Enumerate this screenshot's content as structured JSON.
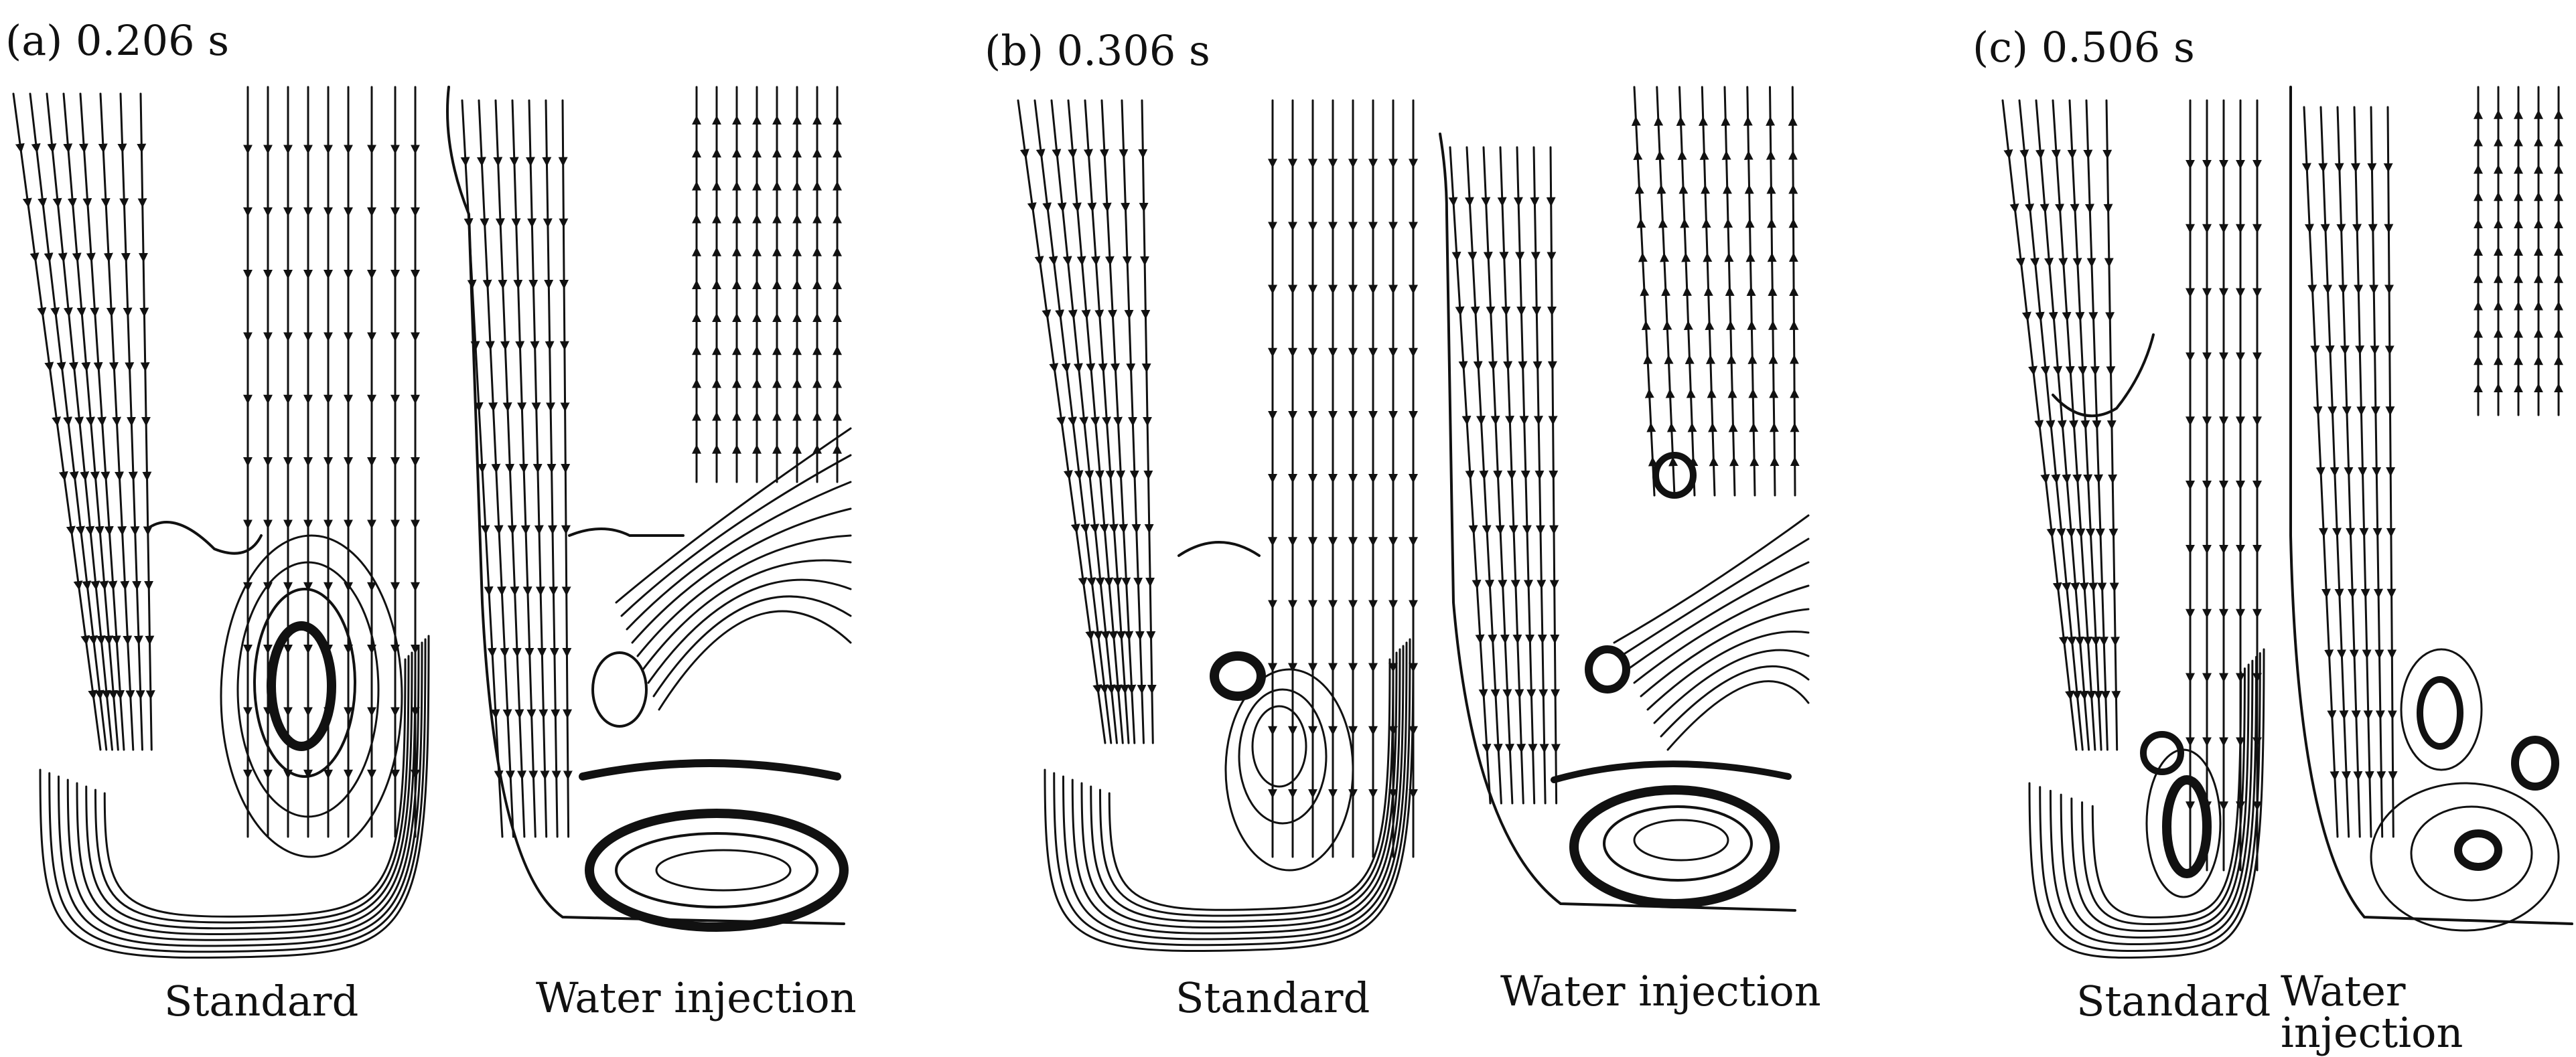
{
  "figure": {
    "panels": [
      {
        "label": "(a) 0.206 s",
        "sub_labels": [
          "Standard",
          "Water injection"
        ]
      },
      {
        "label": "(b) 0.306 s",
        "sub_labels": [
          "Standard",
          "Water injection"
        ]
      },
      {
        "label": "(c) 0.506 s",
        "sub_labels": [
          "Standard",
          "Water injection"
        ]
      }
    ]
  },
  "style": {
    "line_color": "#111111",
    "background": "#ffffff"
  }
}
